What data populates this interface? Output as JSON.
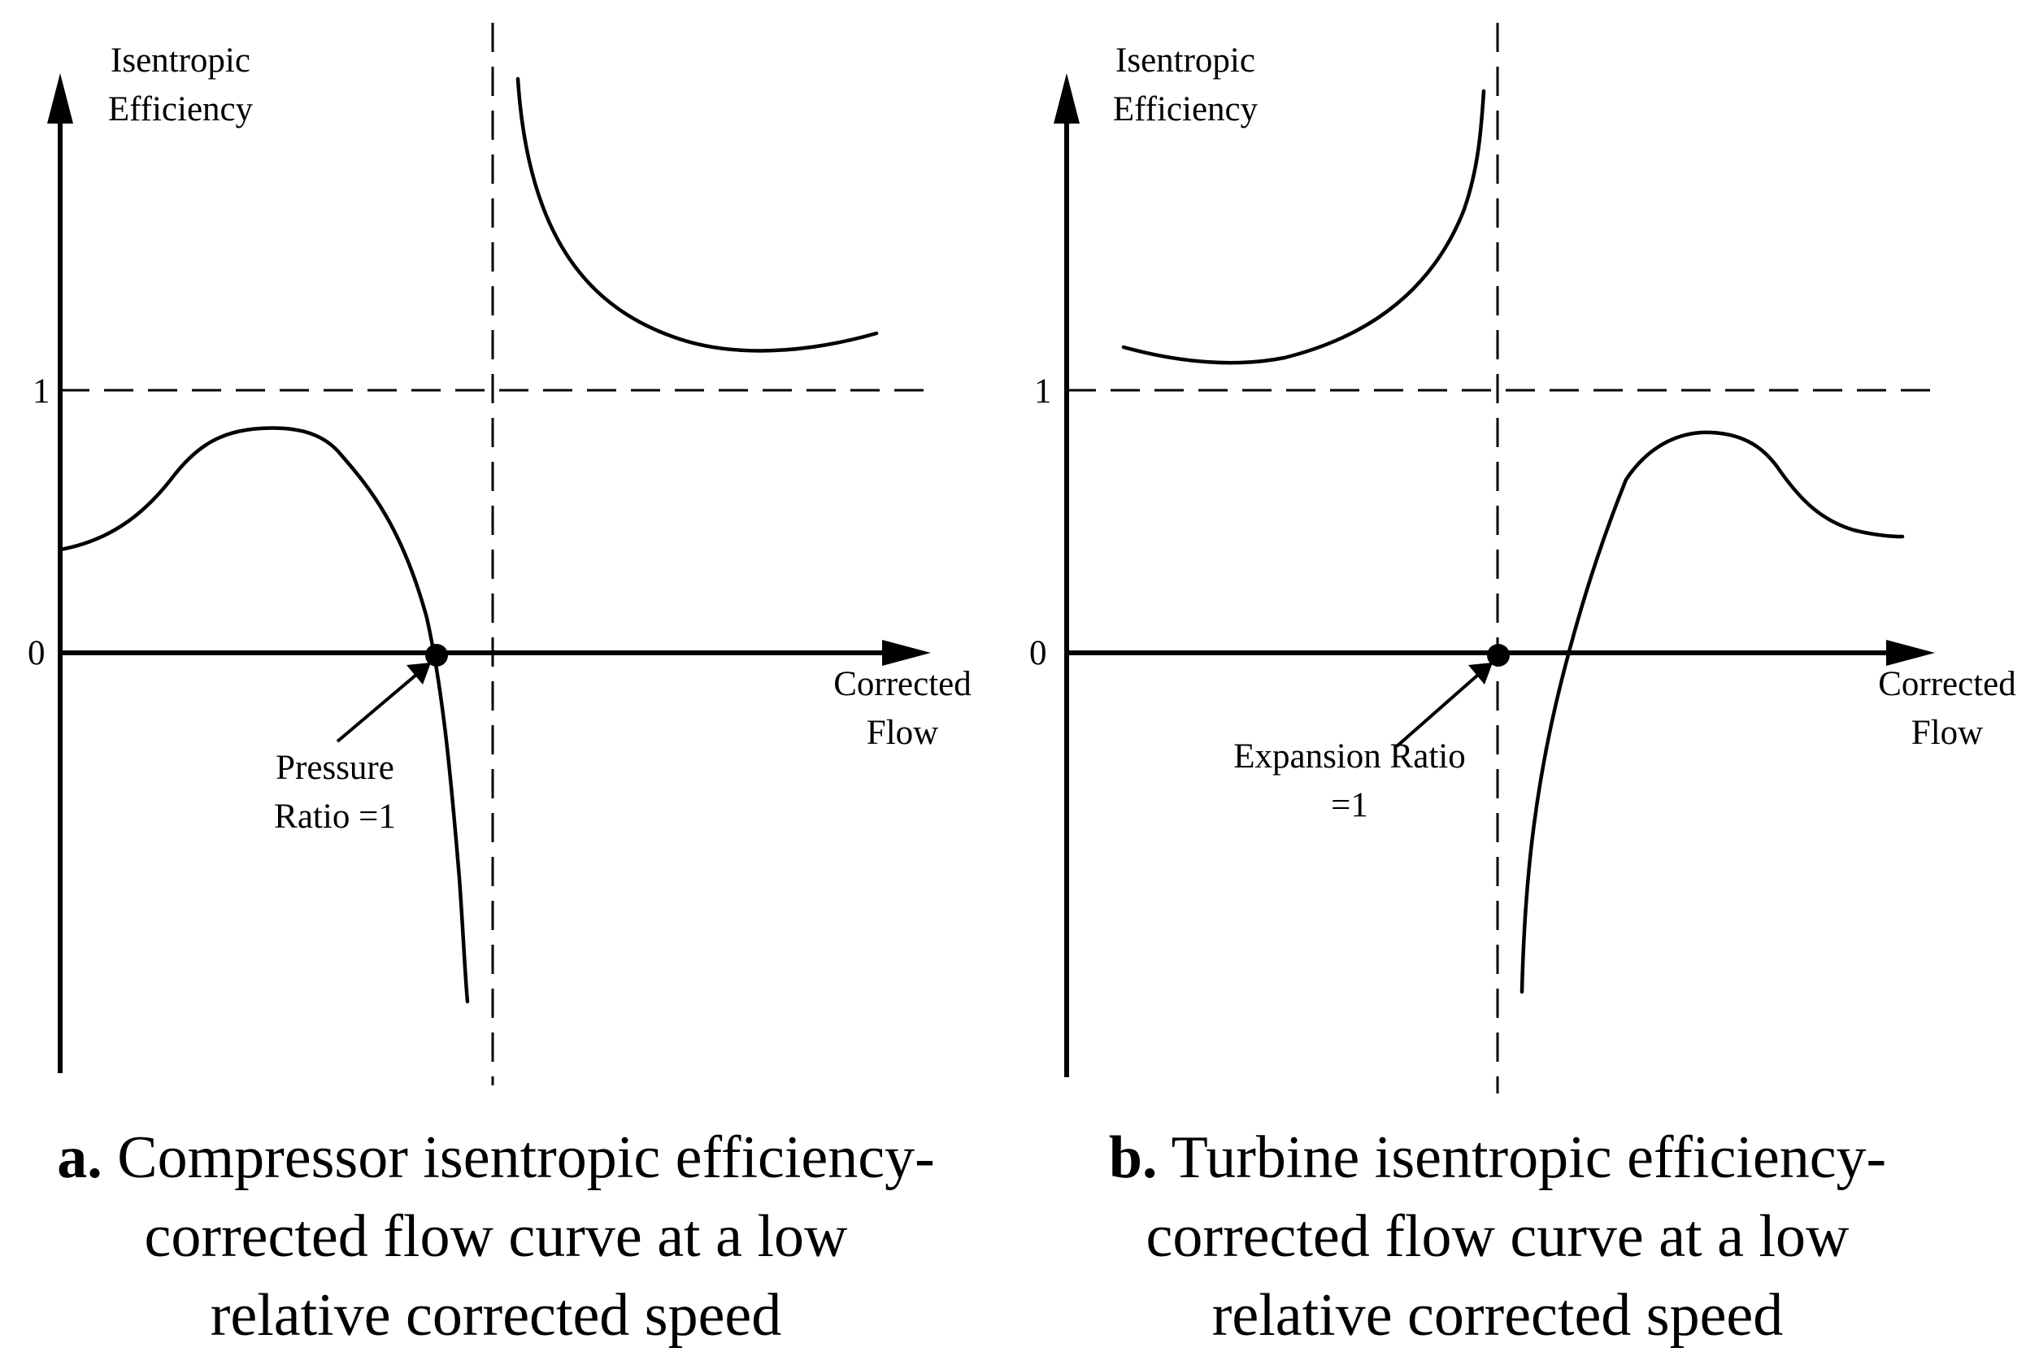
{
  "colors": {
    "ink": "#000000",
    "background": "#ffffff"
  },
  "panel_a": {
    "y_label_line1": "Isentropic",
    "y_label_line2": "Efficiency",
    "x_label_line1": "Corrected",
    "x_label_line2": "Flow",
    "tick_one": "1",
    "tick_zero": "0",
    "annotation_line1": "Pressure",
    "annotation_line2": "Ratio =1",
    "caption_prefix": "a.",
    "caption_line1": " Compressor isentropic efficiency-",
    "caption_line2": "corrected flow curve at a low",
    "caption_line3": "relative corrected speed"
  },
  "panel_b": {
    "y_label_line1": "Isentropic",
    "y_label_line2": "Efficiency",
    "x_label_line1": "Corrected",
    "x_label_line2": "Flow",
    "tick_one": "1",
    "tick_zero": "0",
    "annotation_line1": "Expansion Ratio",
    "annotation_line2": "=1",
    "caption_prefix": "b.",
    "caption_line1": " Turbine isentropic efficiency-",
    "caption_line2": "corrected flow curve at a low",
    "caption_line3": "relative corrected speed"
  }
}
